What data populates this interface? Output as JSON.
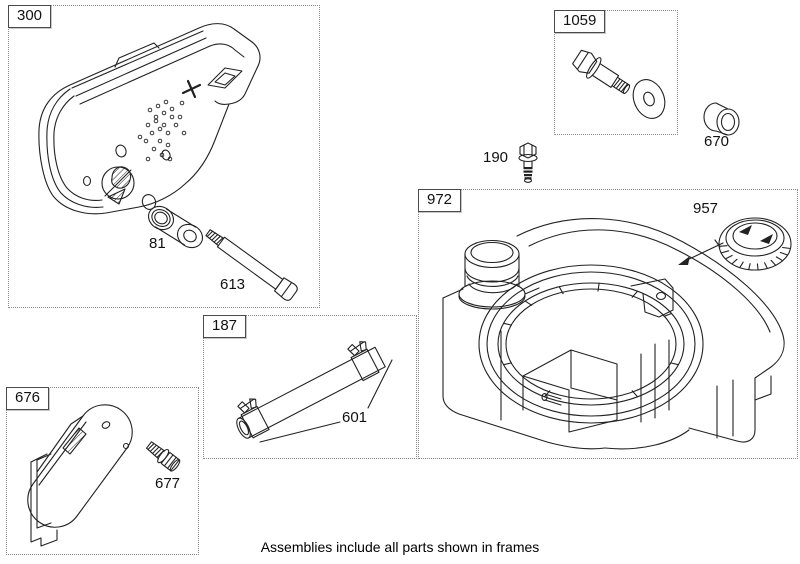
{
  "caption": "Assemblies include all parts shown in frames",
  "colors": {
    "line": "#222222",
    "frame_border": "#8a8a8a",
    "label_border": "#4a4a4a",
    "background": "#ffffff",
    "text": "#111111"
  },
  "frames": {
    "muffler": {
      "label": "300",
      "parts": {
        "gasket": "81",
        "screw": "613"
      }
    },
    "bolt_washer": {
      "label": "1059"
    },
    "fuel_tank": {
      "label": "972",
      "parts": {
        "fuel_cap": "957"
      }
    },
    "fuel_line": {
      "label": "187",
      "parts": {
        "clamp": "601"
      }
    },
    "guard": {
      "label": "676",
      "parts": {
        "screw": "677"
      }
    }
  },
  "loose_parts": {
    "screw": "190",
    "spacer": "670"
  }
}
